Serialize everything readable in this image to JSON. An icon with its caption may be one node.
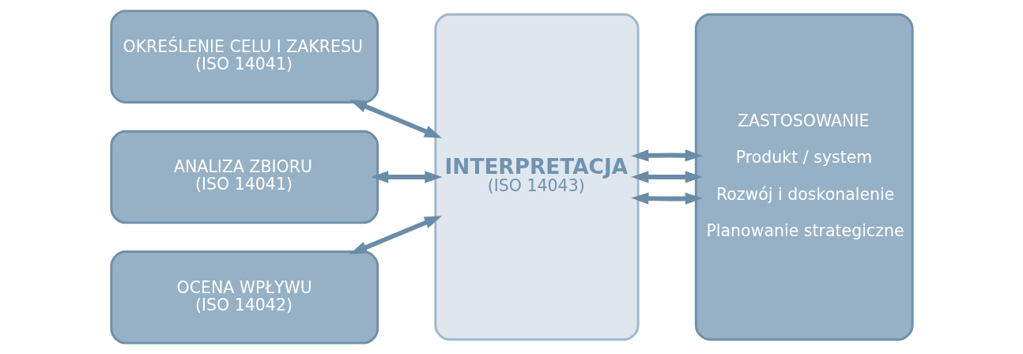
{
  "diagram": {
    "nodes": [
      {
        "text": [
          "OKREŚLENIE CELU I ZAKRESU",
          "(ISO 14041)"
        ]
      },
      {
        "text": [
          "ANALIZA ZBIORU",
          "(ISO 14041)"
        ]
      },
      {
        "text": [
          "OCENA WPŁYWU",
          "(ISO 14042)"
        ]
      },
      {
        "text": [
          "INTERPRETACJA",
          "(ISO 14043)"
        ]
      },
      {
        "text": [
          "ZASTOSOWANIE",
          "Produkt / system",
          "Rozwój i doskonalenie",
          "Planowanie strategiczne"
        ]
      }
    ],
    "edges": [
      {
        "from": 0,
        "to": 3,
        "arrow": "both"
      },
      {
        "from": 1,
        "to": 3,
        "arrow": "both"
      },
      {
        "from": 2,
        "to": 3,
        "arrow": "both"
      },
      {
        "from": 3,
        "to": 4,
        "arrow": "both"
      },
      {
        "from": 3,
        "to": 4,
        "arrow": "both"
      },
      {
        "from": 3,
        "to": 4,
        "arrow": "both"
      }
    ]
  }
}
